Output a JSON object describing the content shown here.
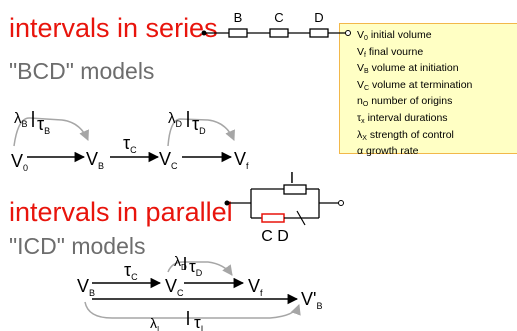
{
  "headings": {
    "series_title": "intervals in series",
    "series_subtitle": "\"BCD\" models",
    "parallel_title": "intervals in parallel",
    "parallel_subtitle": "\"ICD\" models"
  },
  "series_circuit": {
    "labels": [
      "B",
      "C",
      "D"
    ]
  },
  "parallel_circuit": {
    "top_label": "I",
    "bottom_label": "C D"
  },
  "legend": {
    "items": [
      {
        "sym": "V",
        "sub": "0",
        "text": "initial volume"
      },
      {
        "sym": "V",
        "sub": "f",
        "text": "final vourne"
      },
      {
        "sym": "V",
        "sub": "B",
        "text": "volume at initiation"
      },
      {
        "sym": "V",
        "sub": "C",
        "text": "volume at termination"
      },
      {
        "sym": "n",
        "sub": "O",
        "text": "number of origins"
      },
      {
        "sym": "τ",
        "sub": "x",
        "text": "interval durations"
      },
      {
        "sym": "λ",
        "sub": "X",
        "text": "strength of control"
      },
      {
        "sym": "α",
        "sub": "",
        "text": "growth rate"
      }
    ]
  },
  "series_diagram": {
    "lambda_B": "λ",
    "lambda_B_sub": "B",
    "tau_B": "τ",
    "tau_B_sub": "B",
    "tau_C": "τ",
    "tau_C_sub": "C",
    "lambda_D": "λ",
    "lambda_D_sub": "D",
    "tau_D": "τ",
    "tau_D_sub": "D",
    "V0": "V",
    "V0_sub": "0",
    "VB": "V",
    "VB_sub": "B",
    "VC": "V",
    "VC_sub": "C",
    "Vf": "V",
    "Vf_sub": "f"
  },
  "parallel_diagram": {
    "tau_C": "τ",
    "tau_C_sub": "C",
    "lambda_D": "λ",
    "lambda_D_sub": "D",
    "tau_D": "τ",
    "tau_D_sub": "D",
    "VB": "V",
    "VB_sub": "B",
    "VC": "V",
    "VC_sub": "C",
    "Vf": "V",
    "Vf_sub": "f",
    "VpB": "V'",
    "VpB_sub": "B",
    "lambda_I": "λ",
    "lambda_I_sub": "I",
    "tau_I": "τ",
    "tau_I_sub": "I"
  },
  "colors": {
    "heading": "#e8140c",
    "subheading": "#6d6d6d",
    "legend_bg": "#ffffc4",
    "legend_border": "#f2b84a",
    "gray_arrow": "#a6a6a6",
    "red_resistor": "#e8140c"
  }
}
